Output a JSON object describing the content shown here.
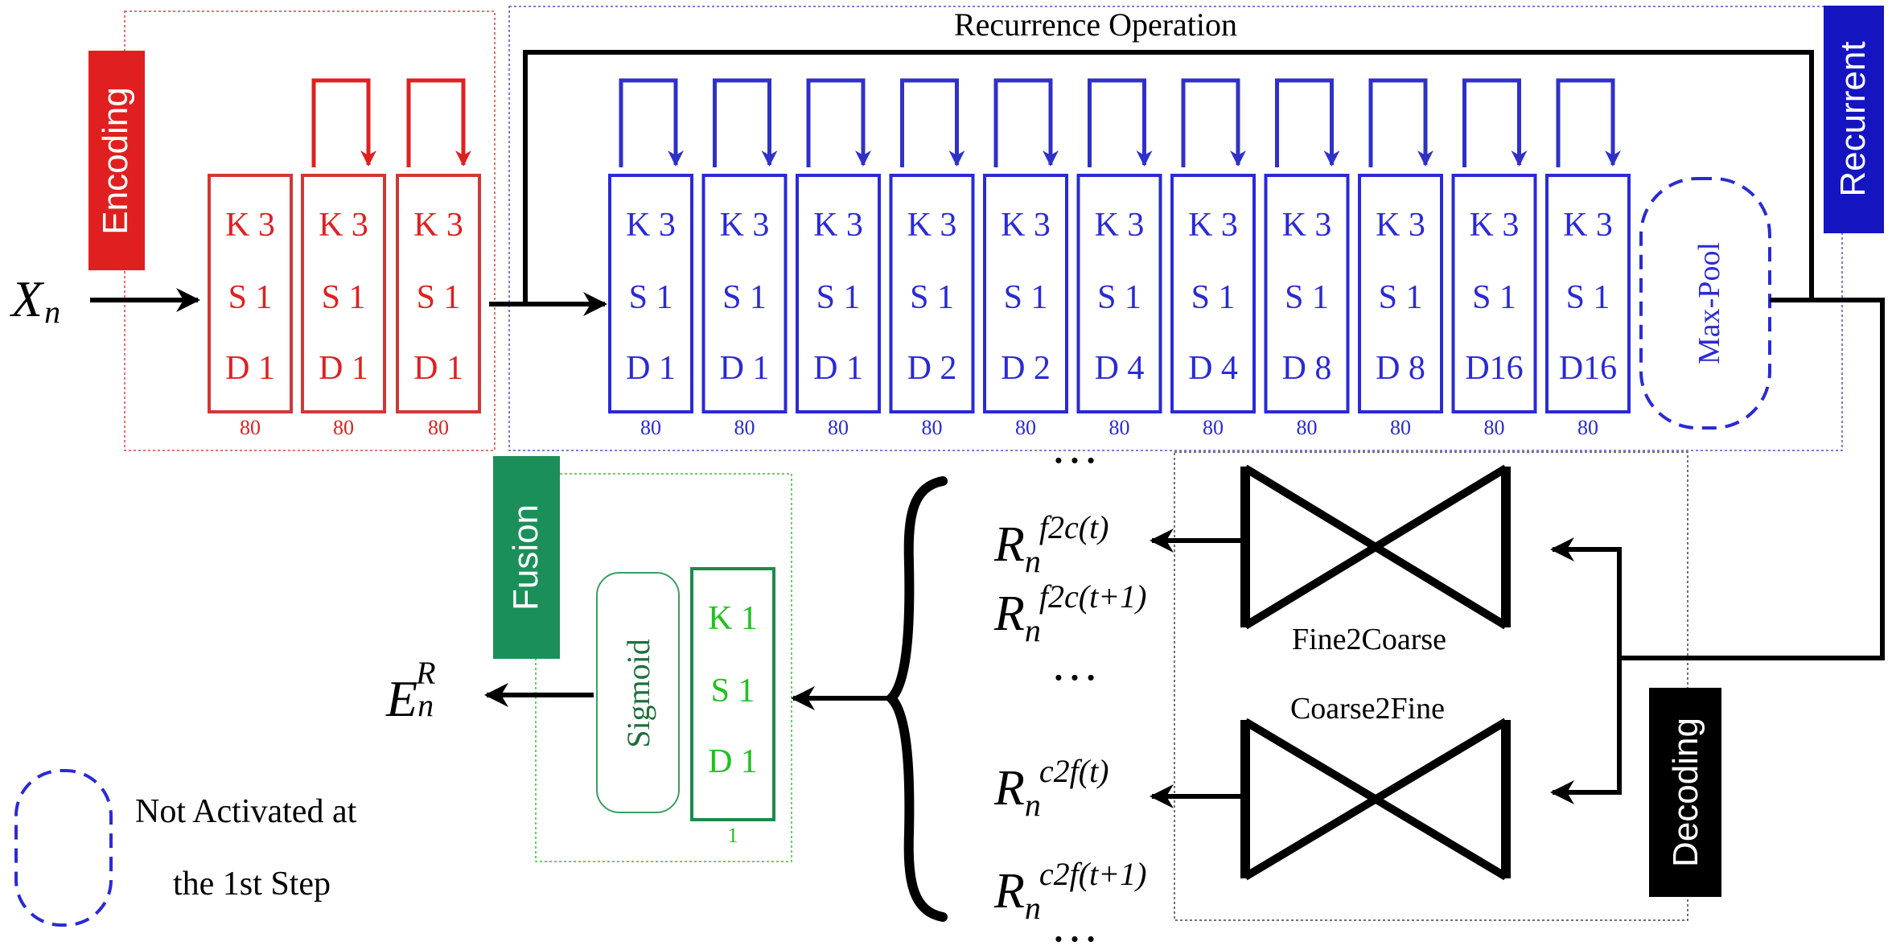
{
  "sections": {
    "encoding": "Encoding",
    "recurrent": "Recurrent",
    "fusion": "Fusion",
    "decoding": "Decoding"
  },
  "recurrence_label": "Recurrence Operation",
  "input_label": {
    "base": "X",
    "sub": "n"
  },
  "output_label": {
    "base": "E",
    "sub": "n",
    "sup": "R"
  },
  "encoding_blocks": [
    {
      "k": "K 3",
      "s": "S 1",
      "d": "D 1",
      "channels": "80"
    },
    {
      "k": "K 3",
      "s": "S 1",
      "d": "D 1",
      "channels": "80"
    },
    {
      "k": "K 3",
      "s": "S 1",
      "d": "D 1",
      "channels": "80"
    }
  ],
  "recurrent_blocks": [
    {
      "k": "K 3",
      "s": "S 1",
      "d": "D 1",
      "channels": "80"
    },
    {
      "k": "K 3",
      "s": "S 1",
      "d": "D 1",
      "channels": "80"
    },
    {
      "k": "K 3",
      "s": "S 1",
      "d": "D 1",
      "channels": "80"
    },
    {
      "k": "K 3",
      "s": "S 1",
      "d": "D 2",
      "channels": "80"
    },
    {
      "k": "K 3",
      "s": "S 1",
      "d": "D 2",
      "channels": "80"
    },
    {
      "k": "K 3",
      "s": "S 1",
      "d": "D 4",
      "channels": "80"
    },
    {
      "k": "K 3",
      "s": "S 1",
      "d": "D 4",
      "channels": "80"
    },
    {
      "k": "K 3",
      "s": "S 1",
      "d": "D 8",
      "channels": "80"
    },
    {
      "k": "K 3",
      "s": "S 1",
      "d": "D 8",
      "channels": "80"
    },
    {
      "k": "K 3",
      "s": "S 1",
      "d": "D16",
      "channels": "80"
    },
    {
      "k": "K 3",
      "s": "S 1",
      "d": "D16",
      "channels": "80"
    }
  ],
  "maxpool_label": "Max-Pool",
  "fusion_block": {
    "k": "K 1",
    "s": "S 1",
    "d": "D 1",
    "channels": "1"
  },
  "sigmoid_label": "Sigmoid",
  "decoders": {
    "fine2coarse": "Fine2Coarse",
    "coarse2fine": "Coarse2Fine"
  },
  "outputs": [
    {
      "base": "R",
      "sub": "n",
      "sup": "f2c(t)"
    },
    {
      "base": "R",
      "sub": "n",
      "sup": "f2c(t+1)"
    },
    {
      "base": "R",
      "sub": "n",
      "sup": "c2f(t)"
    },
    {
      "base": "R",
      "sub": "n",
      "sup": "c2f(t+1)"
    }
  ],
  "ellipsis": "…",
  "legend": {
    "line1": "Not Activated at",
    "line2": "the 1st Step"
  },
  "colors": {
    "encoding": "#e02020",
    "encoding_box": "#d03838",
    "recurrent": "#2a2ad6",
    "recurrent_tag": "#1414c0",
    "fusion_tag": "#1a8f5a",
    "fusion_box": "#1c8a4a",
    "fusion_text": "#22c022",
    "sigmoid_text": "#1f6f3a",
    "black": "#000000"
  }
}
